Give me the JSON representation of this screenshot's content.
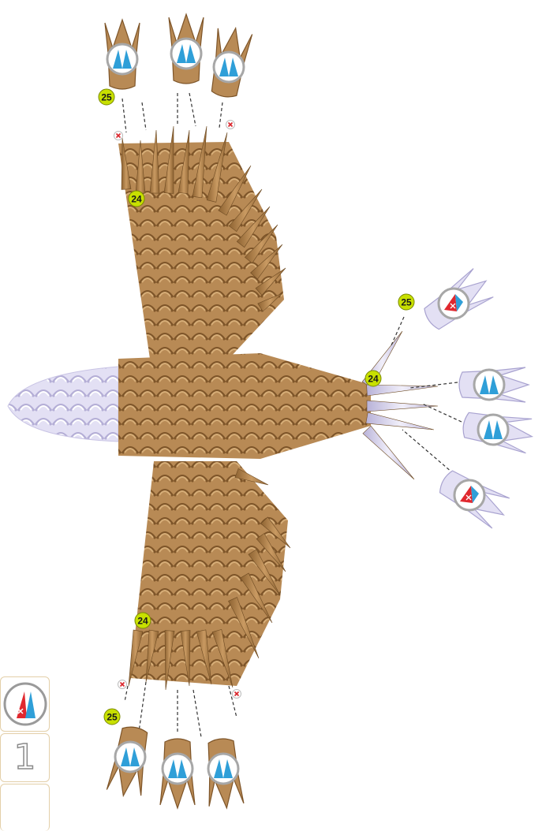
{
  "diagram": {
    "step_labels": [
      "25",
      "24",
      "25",
      "24",
      "24",
      "25"
    ],
    "colors": {
      "brown": "#b88a55",
      "brown_dark": "#8e6332",
      "lavender": "#dcd9ef",
      "lavender_dark": "#b8b2d8",
      "marker_fill": "#c8e000",
      "blue": "#2f9fd8",
      "red": "#e0282e"
    },
    "icons": [
      "blue-cone-badge-icon",
      "red-blue-cone-badge-icon",
      "remove-x-icon",
      "step-number-badge-icon"
    ]
  },
  "side_panel": {
    "legend_icon": "red-blue-cone-icon",
    "counter": "1"
  }
}
